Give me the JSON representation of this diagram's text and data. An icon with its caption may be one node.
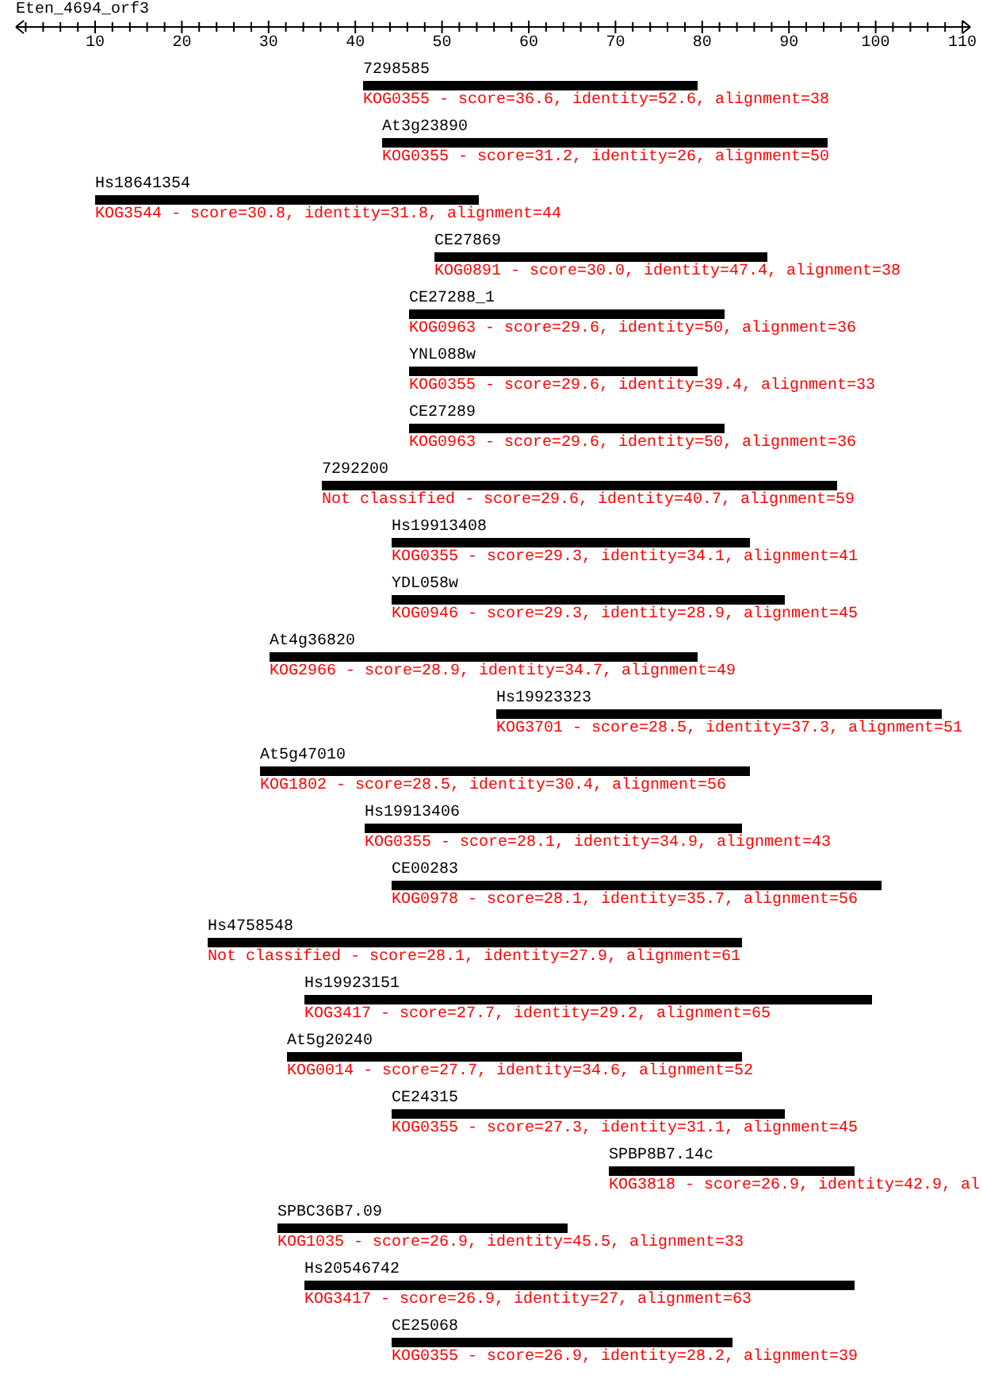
{
  "diagram": {
    "title": "Eten_4694_orf3",
    "nodes": [
      {
        "text": [
          "7298585",
          "KOG0355 - score=36.6, identity=52.6, alignment=38"
        ]
      },
      {
        "text": [
          "At3g23890",
          "KOG0355 - score=31.2, identity=26, alignment=50"
        ]
      },
      {
        "text": [
          "Hs18641354",
          "KOG3544 - score=30.8, identity=31.8, alignment=44"
        ]
      },
      {
        "text": [
          "CE27869",
          "KOG0891 - score=30.0, identity=47.4, alignment=38"
        ]
      },
      {
        "text": [
          "CE27288_1",
          "KOG0963 - score=29.6, identity=50, alignment=36"
        ]
      },
      {
        "text": [
          "YNL088w",
          "KOG0355 - score=29.6, identity=39.4, alignment=33"
        ]
      },
      {
        "text": [
          "CE27289",
          "KOG0963 - score=29.6, identity=50, alignment=36"
        ]
      },
      {
        "text": [
          "7292200",
          "Not classified - score=29.6, identity=40.7, alignment=59"
        ]
      },
      {
        "text": [
          "Hs19913408",
          "KOG0355 - score=29.3, identity=34.1, alignment=41"
        ]
      },
      {
        "text": [
          "YDL058w",
          "KOG0946 - score=29.3, identity=28.9, alignment=45"
        ]
      },
      {
        "text": [
          "At4g36820",
          "KOG2966 - score=28.9, identity=34.7, alignment=49"
        ]
      },
      {
        "text": [
          "Hs19923323",
          "KOG3701 - score=28.5, identity=37.3, alignment=51"
        ]
      },
      {
        "text": [
          "At5g47010",
          "KOG1802 - score=28.5, identity=30.4, alignment=56"
        ]
      },
      {
        "text": [
          "Hs19913406",
          "KOG0355 - score=28.1, identity=34.9, alignment=43"
        ]
      },
      {
        "text": [
          "CE00283",
          "KOG0978 - score=28.1, identity=35.7, alignment=56"
        ]
      },
      {
        "text": [
          "Hs4758548",
          "Not classified - score=28.1, identity=27.9, alignment=61"
        ]
      },
      {
        "text": [
          "Hs19923151",
          "KOG3417 - score=27.7, identity=29.2, alignment=65"
        ]
      },
      {
        "text": [
          "At5g20240",
          "KOG0014 - score=27.7, identity=34.6, alignment=52"
        ]
      },
      {
        "text": [
          "CE24315",
          "KOG0355 - score=27.3, identity=31.1, alignment=45"
        ]
      },
      {
        "text": [
          "SPBP8B7.14c",
          "KOG3818 - score=26.9, identity=42.9, al"
        ]
      },
      {
        "text": [
          "SPBC36B7.09",
          "KOG1035 - score=26.9, identity=45.5, alignment=33"
        ]
      },
      {
        "text": [
          "Hs20546742",
          "KOG3417 - score=26.9, identity=27, alignment=63"
        ]
      },
      {
        "text": [
          "CE25068",
          "KOG0355 - score=26.9, identity=28.2, alignment=39"
        ]
      }
    ],
    "labels": [
      "10",
      "20",
      "30",
      "40",
      "50",
      "60",
      "70",
      "80",
      "90",
      "100",
      "110"
    ]
  }
}
